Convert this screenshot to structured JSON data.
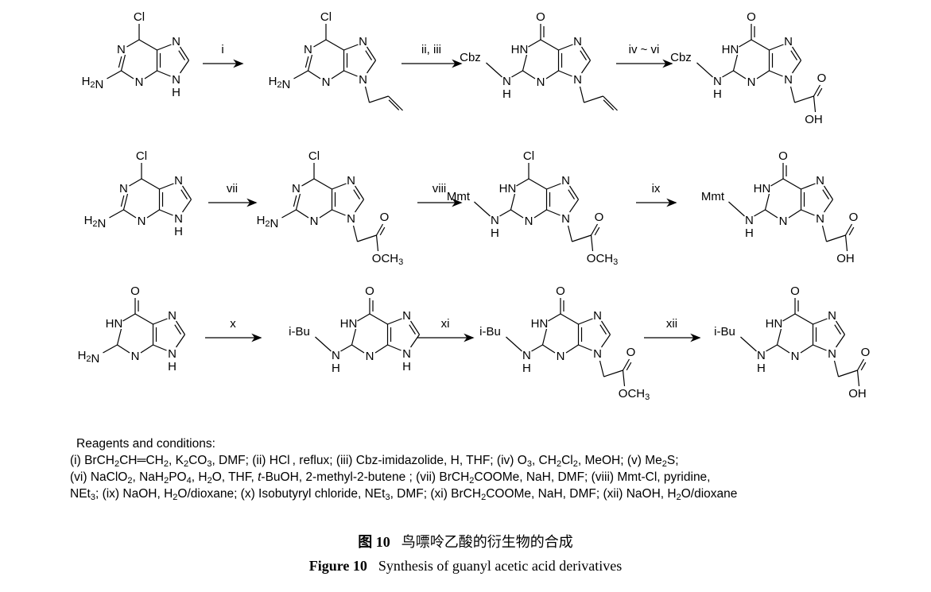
{
  "schemes": [
    {
      "row": 1,
      "structures": [
        {
          "name": "2-amino-6-chloropurine",
          "substituent_6": "Cl",
          "n9": "H",
          "amino": "H2N",
          "n1": "N",
          "n3": "N",
          "n7": "N"
        },
        {
          "step": "i"
        },
        {
          "name": "9-allyl-2-amino-6-chloropurine",
          "substituent_6": "Cl",
          "amino": "H2N",
          "n1": "N",
          "n3": "N",
          "n7": "N",
          "n9": "N"
        },
        {
          "step": "ii, iii"
        },
        {
          "name": "N2-Cbz-9-allylguanine",
          "protect": "Cbz",
          "n1": "HN",
          "nh": "H",
          "n3": "N",
          "n7": "N",
          "n9": "N",
          "carbonyl": "O"
        },
        {
          "step": "iv ~ vi"
        },
        {
          "name": "N2-Cbz-guanine-9-acetic acid",
          "protect": "Cbz",
          "n1": "HN",
          "nh": "H",
          "n3": "N",
          "n7": "N",
          "n9": "N",
          "carbonyl": "O",
          "acid_o": "O",
          "acid_oh": "OH"
        }
      ]
    },
    {
      "row": 2,
      "structures": [
        {
          "name": "2-amino-6-chloropurine",
          "substituent_6": "Cl",
          "amino": "H2N",
          "n1": "N",
          "n3": "N",
          "n7": "N",
          "n9": "H"
        },
        {
          "step": "vii"
        },
        {
          "name": "methyl 2-amino-6-chloropurine-9-acetate",
          "substituent_6": "Cl",
          "amino": "H2N",
          "n1": "N",
          "n3": "N",
          "n7": "N",
          "n9": "N",
          "ester_o": "O",
          "ester_me": "OCH3"
        },
        {
          "step": "viii"
        },
        {
          "name": "methyl N2-Mmt-6-chloropurine-9-acetate",
          "protect": "Mmt",
          "substituent_6": "Cl",
          "n1": "HN",
          "nh": "H",
          "n3": "N",
          "n7": "N",
          "n9": "N",
          "ester_o": "O",
          "ester_me": "OCH3"
        },
        {
          "step": "ix"
        },
        {
          "name": "N2-Mmt-guanine-9-acetic acid",
          "protect": "Mmt",
          "n1": "HN",
          "nh": "H",
          "n3": "N",
          "n7": "N",
          "n9": "N",
          "carbonyl": "O",
          "acid_o": "O",
          "acid_oh": "OH"
        }
      ]
    },
    {
      "row": 3,
      "structures": [
        {
          "name": "guanine",
          "carbonyl": "O",
          "n1": "HN",
          "amino": "H2N",
          "n3": "N",
          "n7": "N",
          "n9": "H"
        },
        {
          "step": "x"
        },
        {
          "name": "N2-isobutyrylguanine",
          "protect": "i-Bu",
          "n1": "HN",
          "nh": "H",
          "n3": "N",
          "n7": "N",
          "n9": "H",
          "carbonyl": "O"
        },
        {
          "step": "xi"
        },
        {
          "name": "methyl N2-isobutyrylguanine-9-acetate",
          "protect": "i-Bu",
          "n1": "HN",
          "nh": "H",
          "n3": "N",
          "n7": "N",
          "n9": "N",
          "carbonyl": "O",
          "ester_o": "O",
          "ester_me": "OCH3"
        },
        {
          "step": "xii"
        },
        {
          "name": "N2-isobutyrylguanine-9-acetic acid",
          "protect": "i-Bu",
          "n1": "HN",
          "nh": "H",
          "n3": "N",
          "n7": "N",
          "n9": "N",
          "carbonyl": "O",
          "acid_o": "O",
          "acid_oh": "OH"
        }
      ]
    }
  ],
  "reagents": {
    "heading": "Reagents and conditions:",
    "lines": [
      [
        {
          "t": "(i) BrCH"
        },
        {
          "s": "2"
        },
        {
          "t": "CH═CH"
        },
        {
          "s": "2"
        },
        {
          "t": ", K"
        },
        {
          "s": "2"
        },
        {
          "t": "CO"
        },
        {
          "s": "3"
        },
        {
          "t": ", DMF; (ii) HCl , reflux;  (iii) Cbz-imidazolide, H, THF; (iv) O"
        },
        {
          "s": "3"
        },
        {
          "t": ", CH"
        },
        {
          "s": "2"
        },
        {
          "t": "Cl"
        },
        {
          "s": "2"
        },
        {
          "t": ", MeOH; (v) Me"
        },
        {
          "s": "2"
        },
        {
          "t": "S;"
        }
      ],
      [
        {
          "t": "(vi) NaClO"
        },
        {
          "s": "2"
        },
        {
          "t": ", NaH"
        },
        {
          "s": "2"
        },
        {
          "t": "PO"
        },
        {
          "s": "4"
        },
        {
          "t": ", H"
        },
        {
          "s": "2"
        },
        {
          "t": "O, THF, "
        },
        {
          "i": "t"
        },
        {
          "t": "-BuOH, 2-methyl-2-butene ; (vii) BrCH"
        },
        {
          "s": "2"
        },
        {
          "t": "COOMe, NaH, DMF; (viii) Mmt-Cl, pyridine,"
        }
      ],
      [
        {
          "t": "NEt"
        },
        {
          "s": "3"
        },
        {
          "t": "; (ix) NaOH, H"
        },
        {
          "s": "2"
        },
        {
          "t": "O/dioxane;  (x) Isobutyryl chloride, NEt"
        },
        {
          "s": "3"
        },
        {
          "t": ", DMF; (xi) BrCH"
        },
        {
          "s": "2"
        },
        {
          "t": "COOMe, NaH, DMF;  (xii) NaOH, H"
        },
        {
          "s": "2"
        },
        {
          "t": "O/dioxane"
        }
      ]
    ]
  },
  "caption": {
    "zh_number": "图 10",
    "zh_text": "鸟嘌呤乙酸的衍生物的合成",
    "en_number": "Figure 10",
    "en_text": "Synthesis of guanyl acetic acid derivatives"
  }
}
